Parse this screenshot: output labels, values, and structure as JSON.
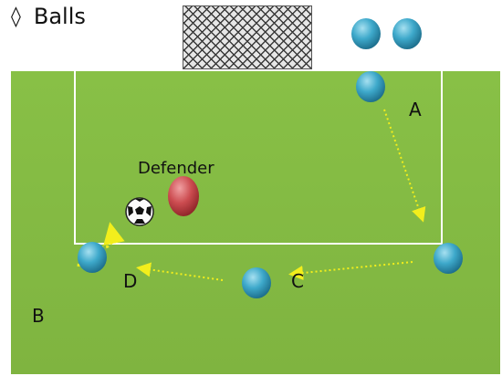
{
  "legend": {
    "bullet": "◊",
    "text": "Balls"
  },
  "labels": {
    "a": "A",
    "b": "B",
    "c": "C",
    "d": "D",
    "defender": "Defender"
  },
  "icons": {
    "player": "player-cone-icon",
    "defender": "defender-cone-icon",
    "ball": "soccer-ball-icon",
    "goal": "goal-net-icon"
  },
  "colors": {
    "pitch": "#84bb43",
    "player": "#3ba7c9",
    "defender": "#c9474a",
    "arrow": "#f2ee1c",
    "lines": "#ffffff"
  }
}
